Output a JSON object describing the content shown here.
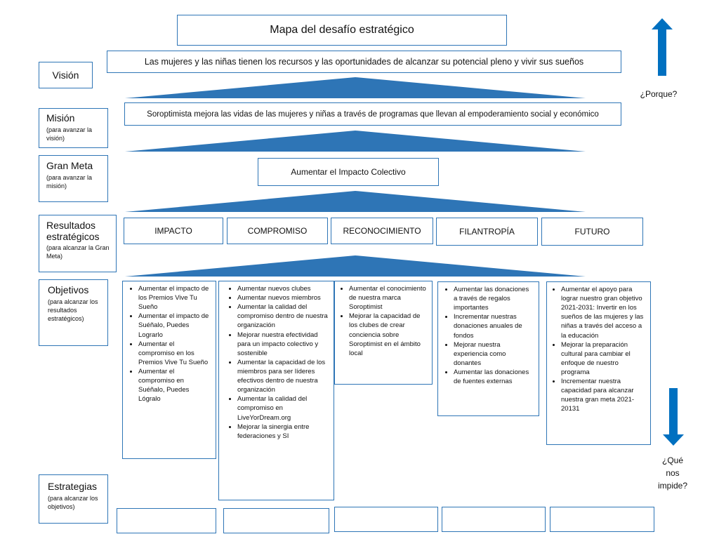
{
  "title": "Mapa del desafío estratégico",
  "vision": {
    "label": "Visión",
    "text": "Las mujeres y las niñas tienen los recursos y las oportunidades de alcanzar su potencial pleno y vivir sus sueños"
  },
  "mission": {
    "label": "Misión",
    "sub": "(para avanzar la visión)",
    "text": "Soroptimista mejora las vidas de las mujeres y niñas a través de programas que llevan al empoderamiento social y económico"
  },
  "goal": {
    "label": "Gran Meta",
    "sub": "(para avanzar la misión)",
    "text": "Aumentar el Impacto Colectivo"
  },
  "outcomes": {
    "label": "Resultados estratégicos",
    "sub": "(para alcanzar la Gran Meta)",
    "items": [
      "IMPACTO",
      "COMPROMISO",
      "RECONOCIMIENTO",
      "FILANTROPÍA",
      "FUTURO"
    ]
  },
  "objectives": {
    "label": "Objetivos",
    "sub": "(para alcanzar los resultados estratégicos)",
    "columns": [
      [
        "Aumentar el impacto de los Premios Vive Tu Sueño",
        "Aumentar el impacto de Suéñalo, Puedes Lograrlo",
        "Aumentar el compromiso en los Premios Vive Tu Sueño",
        "Aumentar el compromiso en Suéñalo, Puedes Lógralo"
      ],
      [
        "Aumentar nuevos clubes",
        "Aumentar nuevos miembros",
        "Aumentar la calidad del compromiso dentro de nuestra organización",
        "Mejorar nuestra efectividad para un impacto colectivo y sostenible",
        "Aumentar la capacidad de los miembros para ser líderes efectivos dentro de nuestra organización",
        "Aumentar la calidad del compromiso en LiveYorDream.org",
        "Mejorar la sinergia entre federaciones y SI"
      ],
      [
        "Aumentar el conocimiento de nuestra marca Soroptimist",
        "Mejorar la capacidad de los clubes de crear conciencia sobre Soroptimist en el ámbito local"
      ],
      [
        "Aumentar las donaciones a través de regalos importantes",
        "Incrementar nuestras donaciones anuales de fondos",
        "Mejorar nuestra experiencia como donantes",
        "Aumentar las donaciones de fuentes externas"
      ],
      [
        "Aumentar el apoyo para lograr nuestro gran objetivo 2021-2031: Invertir en los sueños de las mujeres y las niñas a través del acceso a la educación",
        "Mejorar la preparación cultural para cambiar el enfoque de nuestro programa",
        "Incrementar nuestra capacidad para alcanzar nuestra gran meta 2021-20131"
      ]
    ]
  },
  "strategies": {
    "label": "Estrategias",
    "sub": "(para alcanzar los objetivos)"
  },
  "side": {
    "why": "¿Porque?",
    "what_stops": [
      "¿Qué",
      "nos",
      "impide?"
    ]
  },
  "colors": {
    "accent": "#2e75b6",
    "arrow": "#0070c0"
  },
  "icons": {
    "up": "arrow-up-icon",
    "down": "arrow-down-icon"
  }
}
